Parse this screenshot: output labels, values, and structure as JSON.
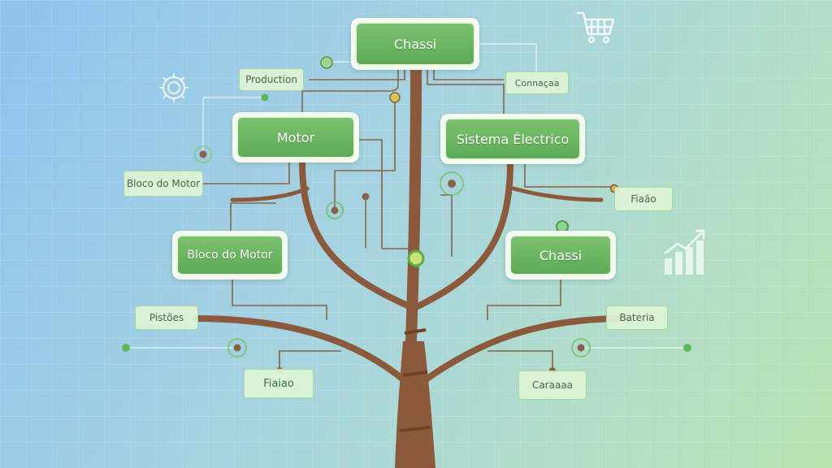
{
  "nodes": {
    "root": "Chassi",
    "motor": "Motor",
    "electric": "Sistema Électrico",
    "engine_block": "Bloco do Motor",
    "chassis_sub": "Chassi"
  },
  "tags": {
    "production": "Production",
    "commerce": "Connaçaa",
    "engine_block_tag": "Bloco do Motor",
    "wiring_right": "Fiaão",
    "pistons": "Pistões",
    "battery": "Bateria",
    "wiring_left": "Fiaiao",
    "body": "Caraaaa"
  },
  "icons": [
    "gear-icon",
    "shopping-cart-icon",
    "bar-chart-growth-icon"
  ],
  "colors": {
    "node_green": "#6cb862",
    "trunk_brown": "#8b5a3c",
    "connector_brown": "#8a6247",
    "background_start": "#8fc3ee",
    "background_end": "#b9e3b0"
  }
}
